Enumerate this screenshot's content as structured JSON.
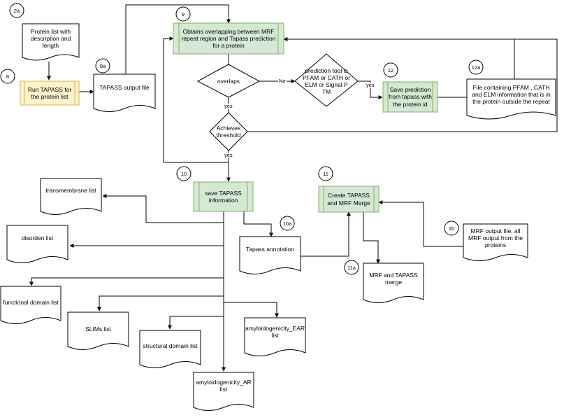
{
  "steps": {
    "s8": {
      "text": "Run TAPASS for the protein list",
      "marker": "8"
    },
    "s9": {
      "text": "Obtains overlapping between MRF repeat region and Tapass prediction for a protein",
      "marker": "9"
    },
    "s10": {
      "text": "save TAPASS information",
      "marker": "10"
    },
    "s11": {
      "text": "Create TAPASS and MRF Merge",
      "marker": "11"
    },
    "s12": {
      "text": "Save prediction from tapass with the protein id",
      "marker": "12"
    }
  },
  "decisions": {
    "overlaps": "overlaps",
    "tool": "prediction tool is PFAM or CATH or ELM or Signal P TM",
    "threshold": "Achieves threshold"
  },
  "documents": {
    "protein_list": {
      "text": "Protein list with description and length",
      "marker": "2a"
    },
    "tapass_output": {
      "text": "TAPASS output file",
      "marker": "8a"
    },
    "pfam_file": {
      "text": "File containing PFAM , CATH and ELM information that is in the protein outside the repeat",
      "marker": "12a"
    },
    "tapass_annotation": {
      "text": "Tapass annotation",
      "marker": "10a"
    },
    "mrf_output": {
      "text": "MRF output file, all MRF output from the proteins",
      "marker": "1b"
    },
    "mrf_tapass_merge": {
      "text": "MRF and TAPASS merge",
      "marker": "11a"
    },
    "transmembrane": {
      "text": "transmembrane list"
    },
    "disorden": {
      "text": "disorden list"
    },
    "functional_domain": {
      "text": "functional domain list"
    },
    "slims": {
      "text": "SLIMs list"
    },
    "structural_domain": {
      "text": "structural domain list"
    },
    "amyloid_ar": {
      "text": "amyloidogenicity_AR list"
    },
    "amyloid_ear": {
      "text": "amyloidogenicity_EAR list"
    }
  },
  "edge_labels": {
    "no": "No",
    "yes1": "yes",
    "yes2": "yes",
    "yes3": "yes"
  },
  "colors": {
    "green_fill": "#d5e8d4",
    "green_stroke": "#82b366",
    "yellow_fill": "#fff2cc",
    "yellow_stroke": "#d6b656",
    "line": "#000000"
  }
}
